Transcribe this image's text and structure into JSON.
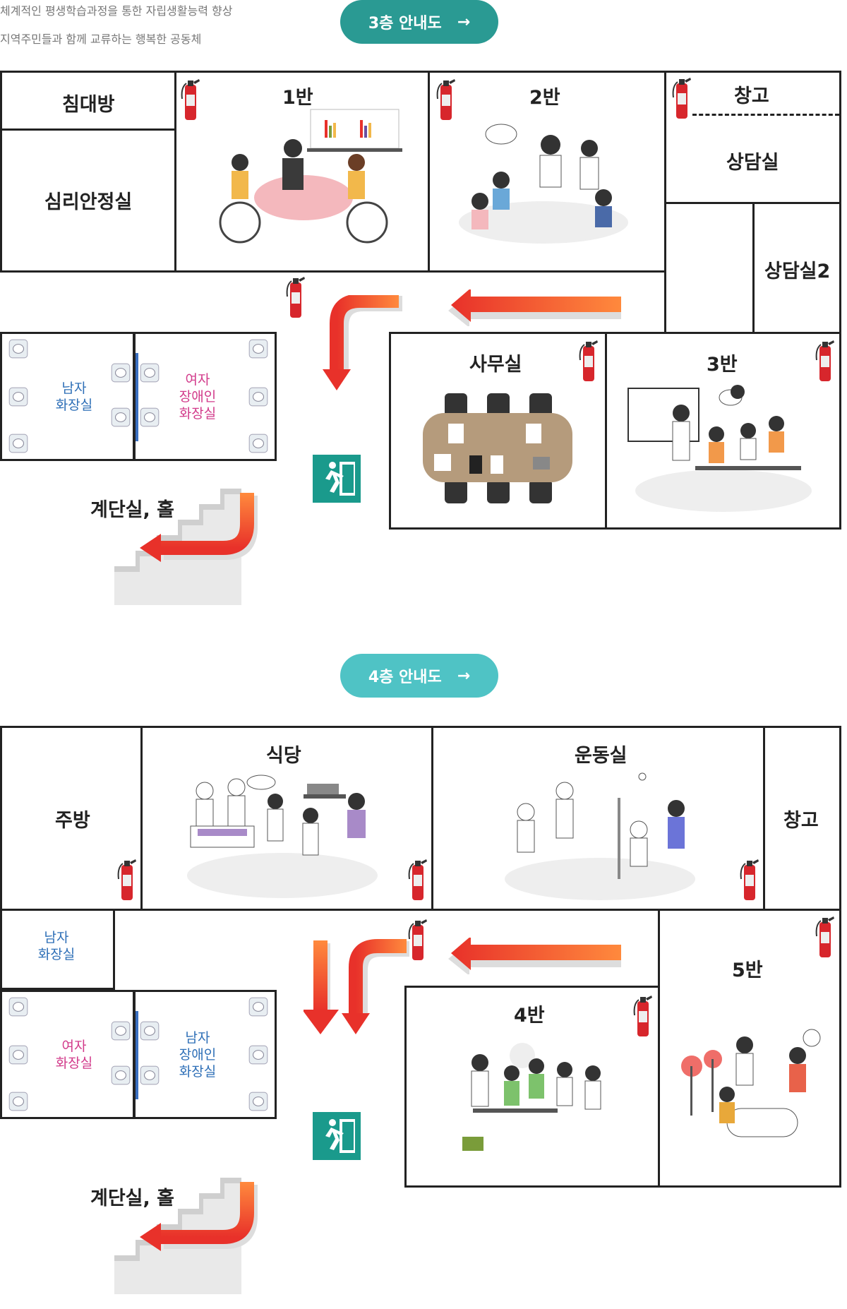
{
  "intro": {
    "line1": "체계적인 평생학습과정을 통한 자립생활능력 향상",
    "line2": "지역주민들과 함께 교류하는 행복한 공동체"
  },
  "floor3": {
    "button": {
      "label": "3층 안내도",
      "arrow": "→",
      "color": "#2a9a93"
    },
    "rooms": {
      "bedroom": "침대방",
      "psych": "심리안정실",
      "class1": "1반",
      "class2": "2반",
      "storage": "창고",
      "counsel": "상담실",
      "counsel2": "상담실2",
      "office": "사무실",
      "class3": "3반",
      "wc_men": "남자\n화장실",
      "wc_women_dis": "여자\n장애인\n화장실",
      "stairs": "계단실, 홀"
    }
  },
  "floor4": {
    "button": {
      "label": "4층 안내도",
      "arrow": "→",
      "color": "#4fc3c5"
    },
    "rooms": {
      "kitchen": "주방",
      "dining": "식당",
      "gym": "운동실",
      "storage": "창고",
      "wc_men_top": "남자\n화장실",
      "wc_women": "여자\n화장실",
      "wc_men_dis": "남자\n장애인\n화장실",
      "class4": "4반",
      "class5": "5반",
      "stairs": "계단실, 홀"
    }
  },
  "colors": {
    "arrow_start": "#e8312a",
    "arrow_end": "#ff8a3d",
    "wc_men": "#2e6fb7",
    "wc_women": "#d23b8b",
    "exit": "#1a9a8c",
    "extinguisher": "#d7262c"
  },
  "icons": {
    "fire_extinguisher": "fire-extinguisher-icon",
    "exit": "emergency-exit-icon",
    "arrow": "evacuation-arrow-icon"
  }
}
